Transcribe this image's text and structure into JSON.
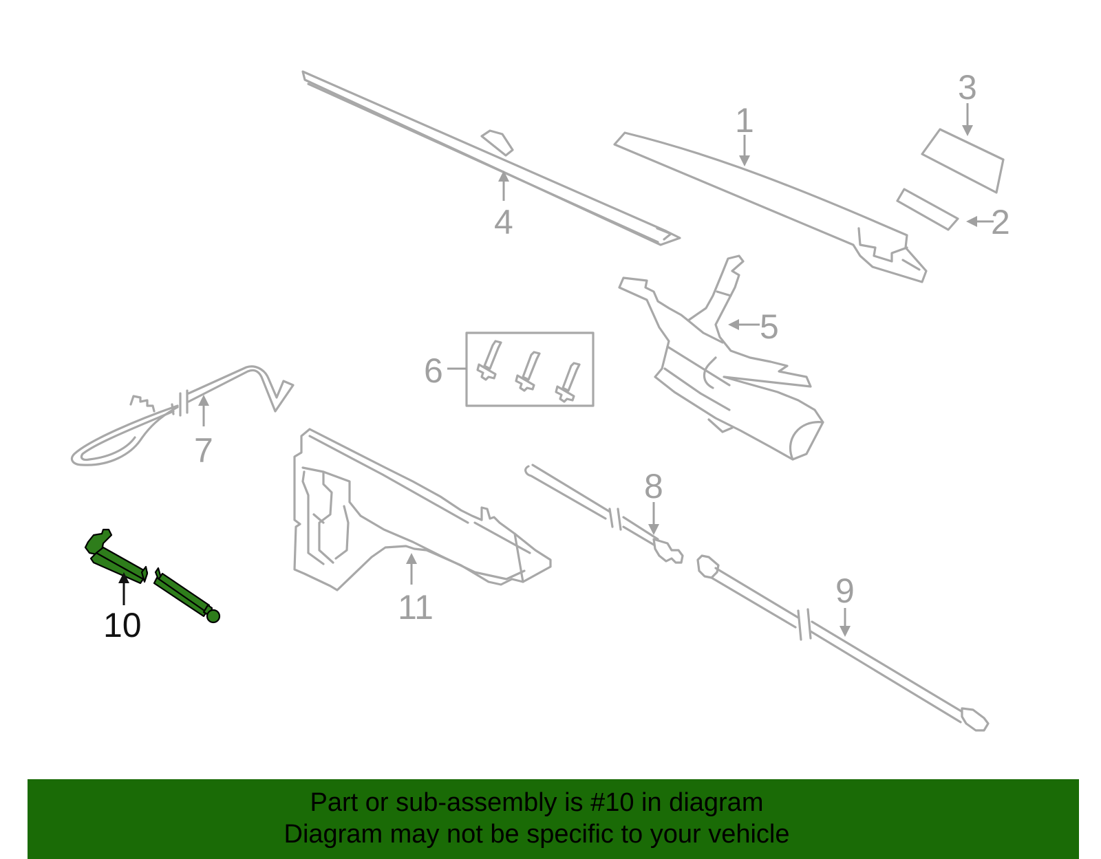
{
  "diagram": {
    "callouts": {
      "p1": "1",
      "p2": "2",
      "p3": "3",
      "p4": "4",
      "p5": "5",
      "p6": "6",
      "p7": "7",
      "p8": "8",
      "p9": "9",
      "p10": "10",
      "p11": "11"
    },
    "highlighted_part": "10",
    "colors": {
      "part_outline": "#a8a8a8",
      "highlight_fill": "#2e7d1b",
      "banner_background": "#1a6b06"
    }
  },
  "banner": {
    "line1": "Part or sub-assembly is #10 in diagram",
    "line2": "Diagram may not be specific to your vehicle"
  }
}
